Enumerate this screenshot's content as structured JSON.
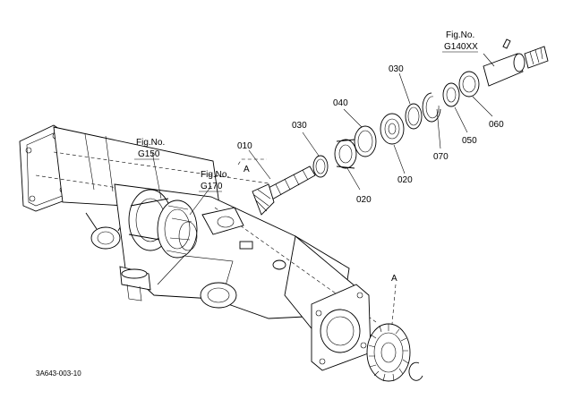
{
  "diagram": {
    "fig_refs": [
      {
        "prefix": "Fig.No.",
        "code": "G150"
      },
      {
        "prefix": "Fig.No.",
        "code": "G170"
      },
      {
        "prefix": "Fig.No.",
        "code": "G140XX"
      }
    ],
    "part_numbers": [
      "010",
      "020",
      "020",
      "030",
      "030",
      "040",
      "050",
      "060",
      "070"
    ],
    "view_markers": [
      "A",
      "A"
    ],
    "drawing_code": "3A643-003-10"
  }
}
